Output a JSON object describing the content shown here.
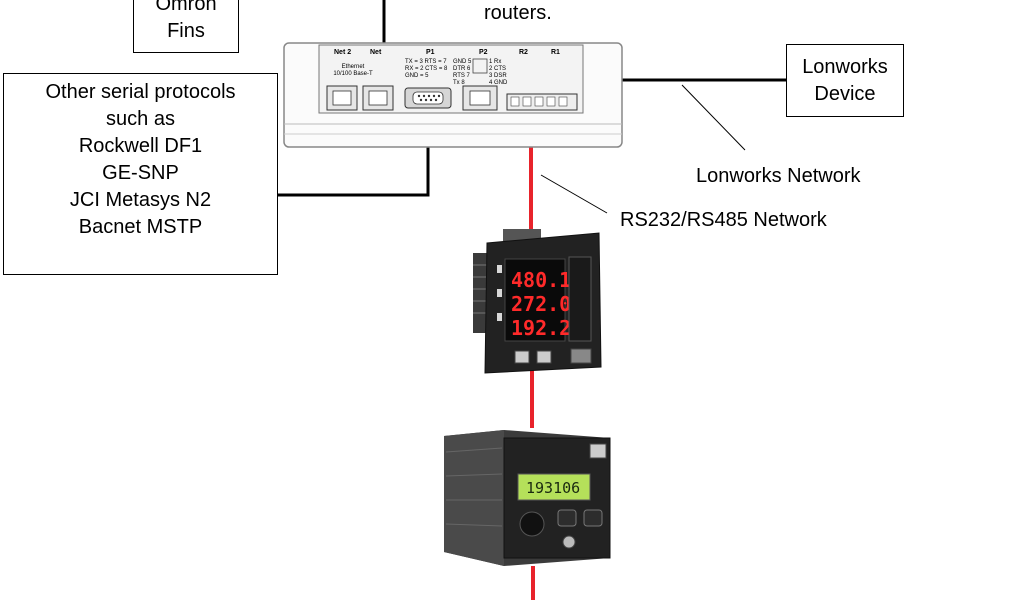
{
  "boxes": {
    "omron": {
      "lines": [
        "Omron",
        "Fins"
      ]
    },
    "serial": {
      "lines": [
        "Other serial protocols",
        "such as",
        "Rockwell DF1",
        "GE-SNP",
        "JCI Metasys N2",
        "Bacnet MSTP"
      ]
    },
    "lonworks_device": {
      "lines": [
        "Lonworks",
        "Device"
      ]
    }
  },
  "labels": {
    "routers": "routers.",
    "lonworks_network": "Lonworks Network",
    "rs_network": "RS232/RS485 Network"
  },
  "gateway": {
    "ports": {
      "net2": "Net 2",
      "net1": "Net",
      "p1": "P1",
      "p2": "P2",
      "r2": "R2",
      "r1": "R1"
    },
    "ethernet": [
      "Ethernet",
      "10/100 Base-T"
    ],
    "p1_pins": [
      "TX = 3  RTS = 7",
      "RX = 2  CTS = 8",
      "GND = 5"
    ],
    "p2_pins": [
      "GND 5",
      "DTR 6",
      "RTS 7",
      "Tx  8"
    ],
    "p2_pins_right": [
      "1 Rx",
      "2 CTS",
      "3 DSR",
      "4 GND"
    ]
  },
  "meter": {
    "readings": [
      "480.1",
      "272.0",
      "192.2"
    ]
  },
  "display": {
    "reading": "193106"
  },
  "colors": {
    "network_line": "#e8232b",
    "line": "#000000"
  }
}
